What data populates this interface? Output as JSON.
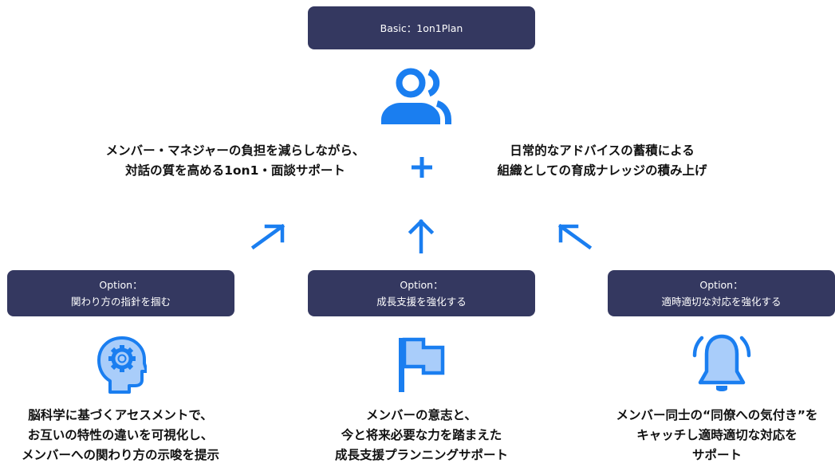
{
  "top": {
    "label": "Basic：1on1Plan",
    "left_text": [
      "メンバー・マネジャーの負担を減らしながら、",
      "対話の質を高める1on1・面談サポート"
    ],
    "right_text": [
      "日常的なアドバイスの蓄積による",
      "組織としての育成ナレッジの積み上げ"
    ]
  },
  "options": [
    {
      "title": "Option：",
      "subtitle": "関わり方の指針を掴む",
      "icon": "head-gear-icon",
      "desc": [
        "脳科学に基づくアセスメントで、",
        "お互いの特性の違いを可視化し、",
        "メンバーへの関わり方の示唆を提示"
      ]
    },
    {
      "title": "Option：",
      "subtitle": "成長支援を強化する",
      "icon": "flag-icon",
      "desc": [
        "メンバーの意志と、",
        "今と将来必要な力を踏まえた",
        "成長支援プランニングサポート"
      ]
    },
    {
      "title": "Option：",
      "subtitle": "適時適切な対応を強化する",
      "icon": "bell-ringing-icon",
      "desc": [
        "メンバー同士の“同僚への気付き”を",
        "キャッチし適時適切な対応を",
        "サポート"
      ]
    }
  ],
  "colors": {
    "accent": "#1a7ef0",
    "accent_light": "#a9cdfa",
    "box": "#343860"
  }
}
